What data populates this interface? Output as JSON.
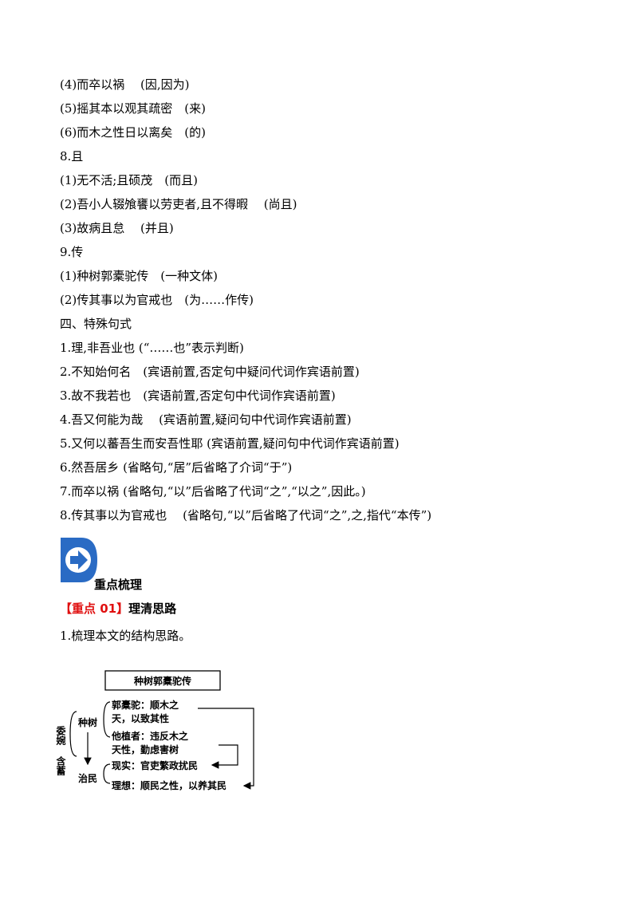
{
  "lines": [
    "(4)而卒以祸　 (因,因为)",
    "(5)摇其本以观其疏密　(来)",
    "(6)而木之性日以离矣　(的)",
    "8.且",
    "(1)无不活;且硕茂　(而且)",
    "(2)吾小人辍飧饔以劳吏者,且不得暇　 (尚且)",
    "(3)故病且怠　 (并且)",
    "9.传",
    "(1)种树郭橐驼传　(一种文体)",
    "(2)传其事以为官戒也　(为……作传)",
    "四、特殊句式",
    "1.理,非吾业也 (“……也”表示判断)",
    "2.不知始何名　(宾语前置,否定句中疑问代词作宾语前置)",
    "3.故不我若也　(宾语前置,否定句中代词作宾语前置)",
    "4.吾又何能为哉　 (宾语前置,疑问句中代词作宾语前置)",
    "5.又何以蕃吾生而安吾性耶 (宾语前置,疑问句中代词作宾语前置)",
    "6.然吾居乡 (省略句,“居”后省略了介词“于”)",
    "7.而卒以祸 (省略句,“以”后省略了代词“之”,“以之”,因此。)",
    "8.传其事以为官戒也　 (省略句,“以”后省略了代词“之”,之,指代“本传”)"
  ],
  "section": {
    "title": "重点梳理",
    "point_tag": "【重点 01】",
    "point_title": "理清思路",
    "intro": "1.梳理本文的结构思路。"
  },
  "diagram": {
    "title": "种树郭橐驼传",
    "side_top": "委婉",
    "side_bottom": "含蓄",
    "node_plant": "种树",
    "node_govern": "治民",
    "guo_line1": "郭橐驼：顺木之",
    "guo_line2": "天，以致其性",
    "other_line1": "他植者：违反木之",
    "other_line2": "天性，勤虑害树",
    "reality": "现实：官吏繁政扰民",
    "ideal": "理想：顺民之性，以养其民"
  },
  "colors": {
    "accent_red": "#e01010",
    "badge_blue": "#2a6bc4"
  }
}
